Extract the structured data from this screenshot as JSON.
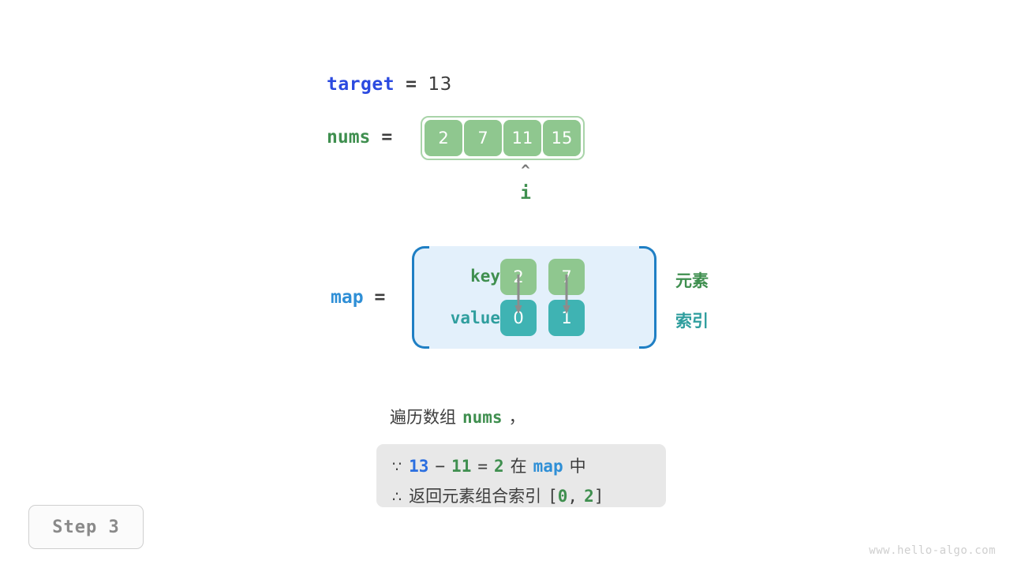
{
  "variables": {
    "target": {
      "name": "target",
      "equals": "=",
      "value": "13"
    },
    "nums": {
      "name": "nums",
      "equals": "=",
      "values": [
        "2",
        "7",
        "11",
        "15"
      ]
    },
    "map": {
      "name": "map",
      "equals": "="
    }
  },
  "pointer": {
    "caret": "^",
    "label": "i"
  },
  "map_table": {
    "key_label": "key",
    "value_label": "value",
    "keys": [
      "2",
      "7"
    ],
    "values": [
      "0",
      "1"
    ],
    "arrow_icon": "arrow-down-icon"
  },
  "legend": {
    "element": "元素",
    "index": "索引"
  },
  "caption": {
    "prefix": "遍历数组",
    "code": "nums",
    "suffix": "，"
  },
  "note": {
    "line1": {
      "symbol": "∵",
      "a": "13",
      "minus": "−",
      "b": "11",
      "eq": "=",
      "c": "2",
      "zai": "在",
      "map": "map",
      "zhong": "中"
    },
    "line2": {
      "symbol": "∴",
      "text": "返回元素组合索引",
      "bracket_open": "[",
      "i0": "0",
      "comma": ",",
      "i1": "2",
      "bracket_close": "]"
    }
  },
  "step_badge": "Step 3",
  "watermark": "www.hello-algo.com",
  "colors": {
    "var_target": "#2b4ae0",
    "var_nums": "#3f8f4f",
    "var_map": "#2f8fd6",
    "cell_green": "#8fc78f",
    "cell_teal": "#3fb3b3",
    "map_bg": "#e3f0fb",
    "map_border": "#1f7fc4",
    "note_bg": "#e8e8e8"
  }
}
